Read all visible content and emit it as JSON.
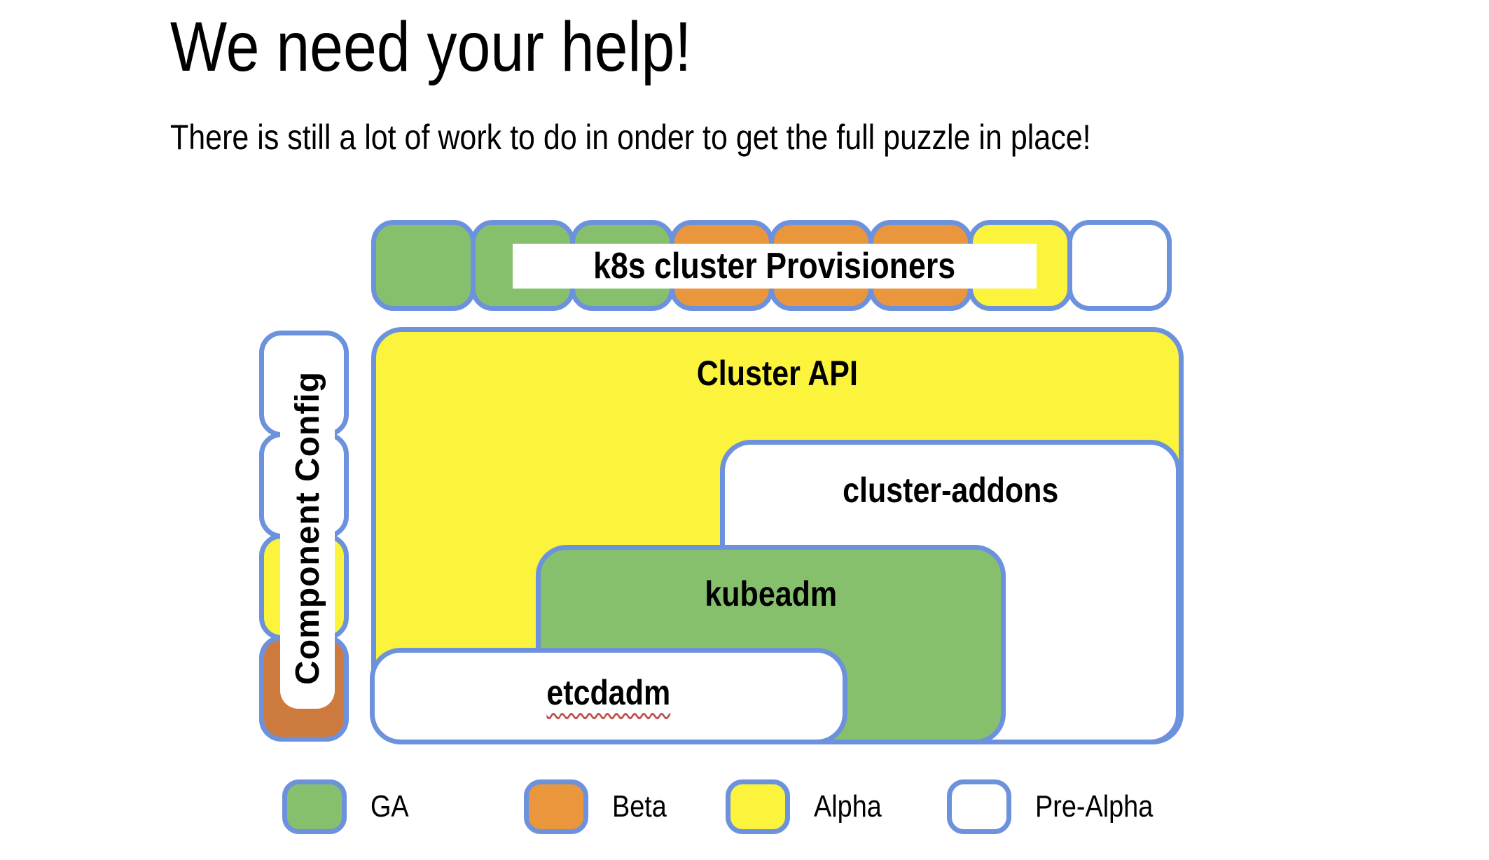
{
  "slide": {
    "title": "We need your help!",
    "subtitle": "There is still a lot of work to do in onder to get the full puzzle in place!"
  },
  "diagram": {
    "top_row": {
      "label": "k8s cluster Provisioners",
      "pieces": [
        "ga",
        "ga",
        "ga",
        "beta",
        "beta",
        "beta",
        "alpha",
        "pre-alpha"
      ]
    },
    "left_column": {
      "label": "Component Config",
      "pieces": [
        "pre-alpha",
        "pre-alpha",
        "alpha",
        "beta-dark"
      ]
    },
    "boxes": [
      {
        "label": "Cluster API",
        "status": "alpha"
      },
      {
        "label": "cluster-addons",
        "status": "pre-alpha"
      },
      {
        "label": "kubeadm",
        "status": "ga"
      },
      {
        "label": "etcdadm",
        "status": "pre-alpha",
        "spellcheck_underline": true
      }
    ]
  },
  "legend": {
    "items": [
      {
        "label": "GA",
        "status": "ga"
      },
      {
        "label": "Beta",
        "status": "beta"
      },
      {
        "label": "Alpha",
        "status": "alpha"
      },
      {
        "label": "Pre-Alpha",
        "status": "pre-alpha"
      }
    ]
  },
  "colors": {
    "ga": "#87c06d",
    "beta": "#e9963c",
    "beta_dark": "#cd7a3e",
    "alpha": "#fbf33c",
    "pre_alpha": "#ffffff",
    "border": "#6d92dd",
    "squiggle": "#c0504d"
  }
}
